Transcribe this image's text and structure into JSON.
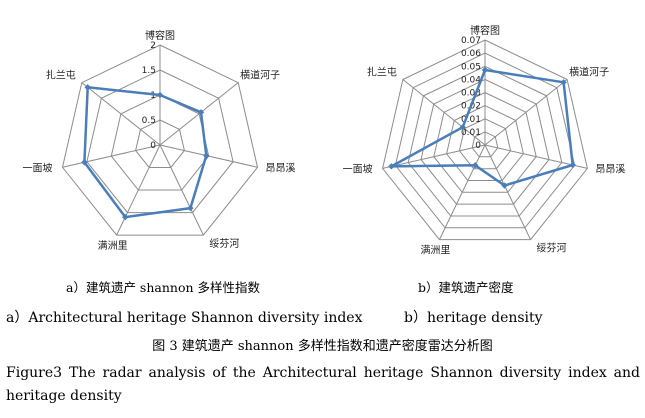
{
  "chart_data": [
    {
      "type": "radar",
      "categories": [
        "博容图",
        "横道河子",
        "昂昂溪",
        "绥芬河",
        "满洲里",
        "一面坡",
        "扎兰屯"
      ],
      "rlim": [
        0,
        2
      ],
      "rticks": [
        "0",
        "0.5",
        "1",
        "1.5",
        "2"
      ],
      "series": [
        {
          "values": [
            1.0,
            1.05,
            0.95,
            1.4,
            1.6,
            1.55,
            1.85
          ]
        }
      ],
      "caption_zh": "a）建筑遗产 shannon 多样性指数",
      "caption_en": "a）Architectural heritage Shannon diversity index"
    },
    {
      "type": "radar",
      "categories": [
        "博容图",
        "横道河子",
        "昂昂溪",
        "绥芬河",
        "满洲里",
        "一面坡",
        "扎兰屯"
      ],
      "rlim": [
        0,
        0.07
      ],
      "rticks": [
        "0",
        "0.01",
        "0.01",
        "0.02",
        "0.03",
        "0.04",
        "0.05",
        "0.06",
        "0.07"
      ],
      "series": [
        {
          "values": [
            0.05,
            0.067,
            0.06,
            0.03,
            0.015,
            0.064,
            0.019
          ]
        }
      ],
      "caption_zh": "b）建筑遗产密度",
      "caption_en": "b）heritage density"
    }
  ],
  "figure": {
    "title_zh": "图 3 建筑遗产 shannon 多样性指数和遗产密度雷达分析图",
    "title_en": "Figure3 The radar analysis of the Architectural heritage Shannon diversity index and heritage density"
  },
  "colors": {
    "series": "#4a7ebb",
    "grid": "#8c8c8c"
  }
}
